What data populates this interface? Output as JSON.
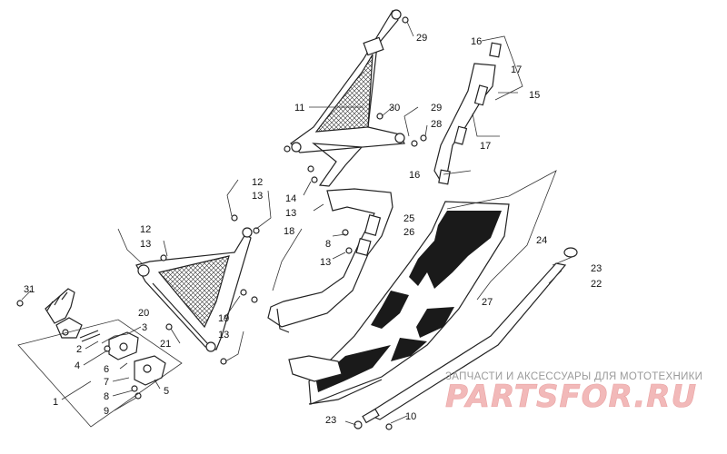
{
  "callouts": {
    "n1": "1",
    "n2": "2",
    "n3": "3",
    "n4": "4",
    "n5": "5",
    "n6": "6",
    "n7": "7",
    "n8a": "8",
    "n8b": "8",
    "n9": "9",
    "n10": "10",
    "n11": "11",
    "n12a": "12",
    "n12b": "12",
    "n13a": "13",
    "n13b": "13",
    "n13c": "13",
    "n13d": "13",
    "n13e": "13",
    "n14": "14",
    "n15": "15",
    "n16a": "16",
    "n16b": "16",
    "n17a": "17",
    "n17b": "17",
    "n18": "18",
    "n19": "19",
    "n20": "20",
    "n21": "21",
    "n22": "22",
    "n23a": "23",
    "n23b": "23",
    "n24": "24",
    "n25": "25",
    "n26": "26",
    "n27": "27",
    "n28": "28",
    "n29a": "29",
    "n29b": "29",
    "n30": "30",
    "n31": "31"
  },
  "watermark": {
    "tagline": "ЗАПЧАСТИ И АКСЕССУАРЫ ДЛЯ МОТОТЕХНИКИ",
    "brand": "PARTSFOR.RU"
  },
  "colors": {
    "line": "#222222",
    "watermark_text": "#9a9a9a",
    "watermark_brand": "#f2b9b9"
  }
}
